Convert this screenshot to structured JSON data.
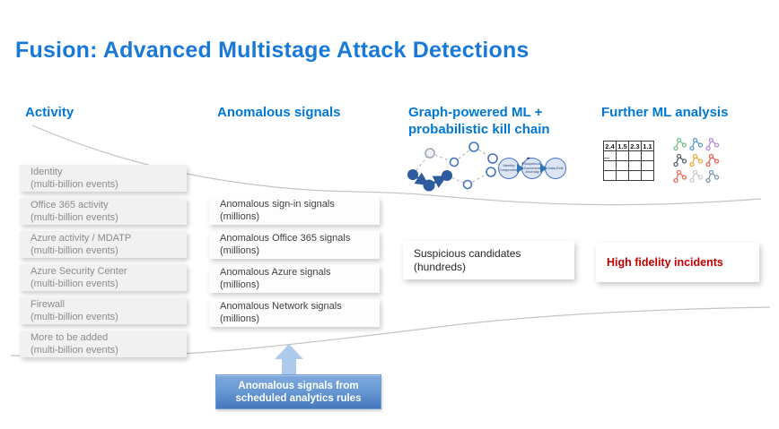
{
  "slide": {
    "title": "Fusion: Advanced Multistage Attack Detections"
  },
  "colors": {
    "accent": "#0078d4",
    "title_blue": "#1879d8",
    "incident_red": "#c00000",
    "arrow_blue": "#aecbec"
  },
  "columns": {
    "activity": {
      "header": "Activity",
      "items": [
        {
          "name": "Identity",
          "scale": "(multi-billion events)"
        },
        {
          "name": "Office 365 activity",
          "scale": "(multi-billion events)"
        },
        {
          "name": "Azure activity / MDATP",
          "scale": "(multi-billion events)"
        },
        {
          "name": "Azure Security Center",
          "scale": "(multi-billion events)"
        },
        {
          "name": "Firewall",
          "scale": "(multi-billion events)"
        },
        {
          "name": "More to be added",
          "scale": "(multi-billion events)"
        }
      ]
    },
    "anomalous_signals": {
      "header": "Anomalous signals",
      "items": [
        {
          "name": "Anomalous sign-in signals",
          "scale": "(millions)"
        },
        {
          "name": "Anomalous Office 365 signals",
          "scale": "(millions)"
        },
        {
          "name": "Anomalous Azure signals",
          "scale": "(millions)"
        },
        {
          "name": "Anomalous Network signals",
          "scale": "(millions)"
        }
      ]
    },
    "graph_ml": {
      "header_line1": "Graph-powered ML +",
      "header_line2": "probabilistic kill chain",
      "plus": "+",
      "kill_chain": [
        "Identity Compromise",
        "Suspicious Document Anomaly",
        "Data Exfil"
      ],
      "candidates": {
        "name": "Suspicious candidates",
        "scale": "(hundreds)"
      }
    },
    "further_ml": {
      "header": "Further ML analysis",
      "score_table": {
        "rows": [
          [
            "2.4",
            "1.5",
            "2.3",
            "1.1"
          ],
          [
            "...",
            "",
            "",
            ""
          ],
          [
            "",
            "",
            "",
            ""
          ],
          [
            "",
            "",
            "",
            ""
          ]
        ]
      },
      "incidents": {
        "label": "High fidelity incidents"
      }
    }
  },
  "cta": {
    "line1": "Anomalous signals from",
    "line2": "scheduled analytics rules"
  },
  "mini_graph_colors": [
    "#7cc089",
    "#5b9bd5",
    "#b18cd9",
    "#5a6268",
    "#eda63f",
    "#e8604c",
    "#ed6a5e",
    "#c8cdd1",
    "#7d96b0"
  ]
}
